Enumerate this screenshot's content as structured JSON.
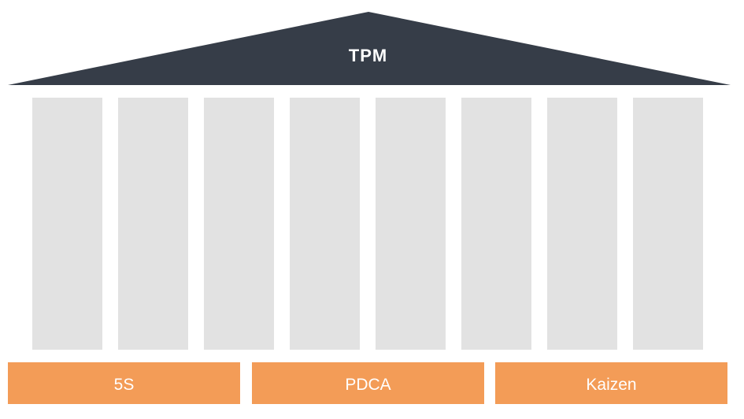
{
  "roof": {
    "label": "TPM",
    "color": "#363d48"
  },
  "pillars": {
    "count": 8,
    "color": "#e2e2e2"
  },
  "foundation": {
    "color": "#f39c57",
    "blocks": [
      {
        "label": "5S"
      },
      {
        "label": "PDCA"
      },
      {
        "label": "Kaizen"
      }
    ]
  }
}
